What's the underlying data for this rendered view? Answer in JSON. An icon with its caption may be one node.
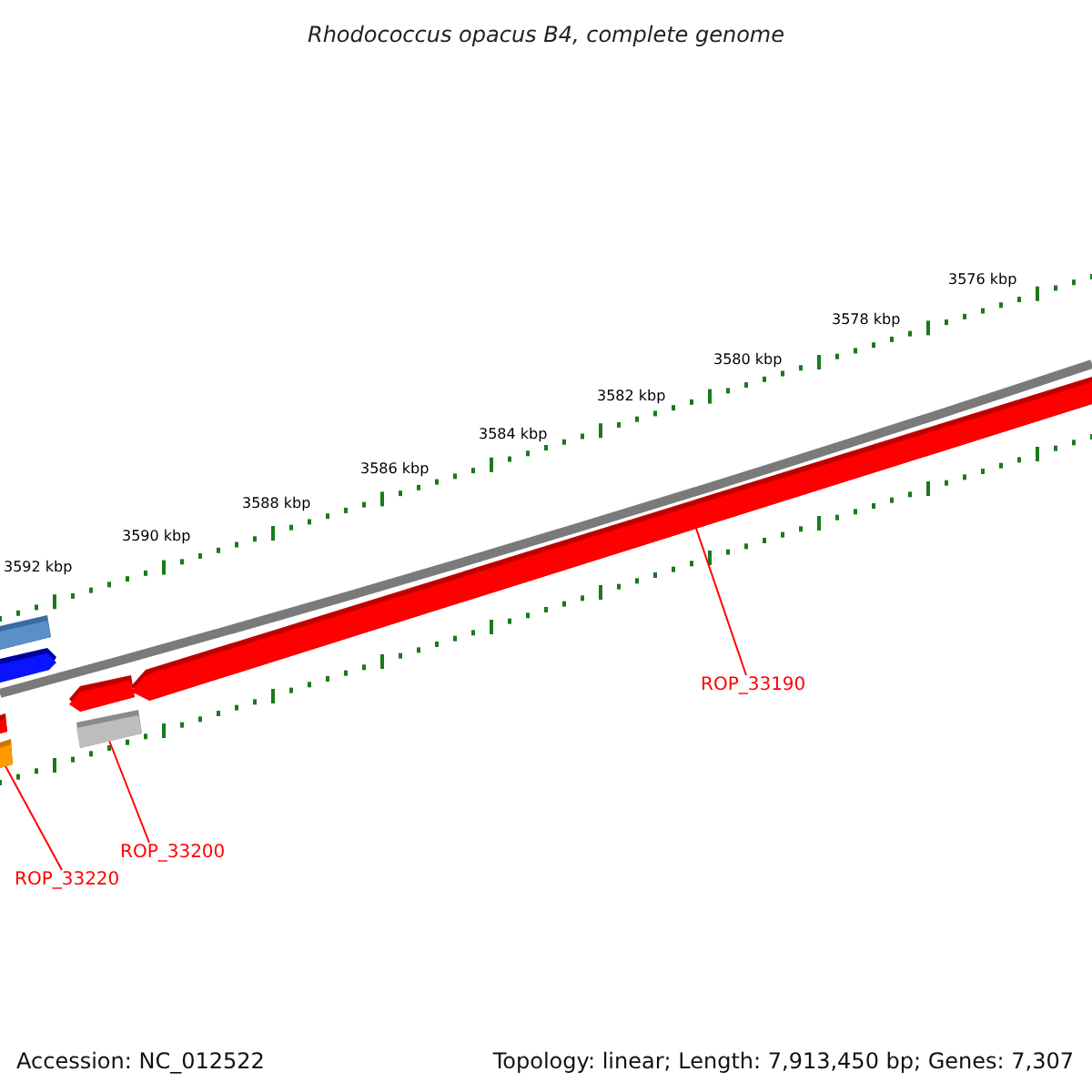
{
  "diagram": {
    "title": "Rhodococcus opacus B4, complete genome",
    "nodes": [
      {
        "text": [
          "ROP_33190"
        ]
      },
      {
        "text": [
          "ROP_33200"
        ]
      },
      {
        "text": [
          "ROP_33220"
        ]
      },
      {
        "text": [],
        "shape": "bar"
      },
      {
        "text": [],
        "shape": "bar"
      },
      {
        "text": [],
        "shape": "bar"
      },
      {
        "text": [],
        "shape": "bar"
      },
      {
        "text": [],
        "shape": "bar"
      },
      {
        "text": [],
        "shape": "bar"
      },
      {
        "text": [],
        "shape": "bar"
      }
    ],
    "edges": [
      {
        "from": 0,
        "to": 3,
        "arrow": "none"
      },
      {
        "from": 1,
        "to": 5,
        "arrow": "none"
      },
      {
        "from": 2,
        "to": 6,
        "arrow": "none"
      }
    ],
    "labels": [
      "3576 kbp",
      "3578 kbp",
      "3580 kbp",
      "3582 kbp",
      "3584 kbp",
      "3586 kbp",
      "3588 kbp",
      "3590 kbp",
      "3592 kbp",
      "Accession: NC_012522",
      "Topology: linear; Length: 7,913,450 bp; Genes: 7,307"
    ]
  }
}
